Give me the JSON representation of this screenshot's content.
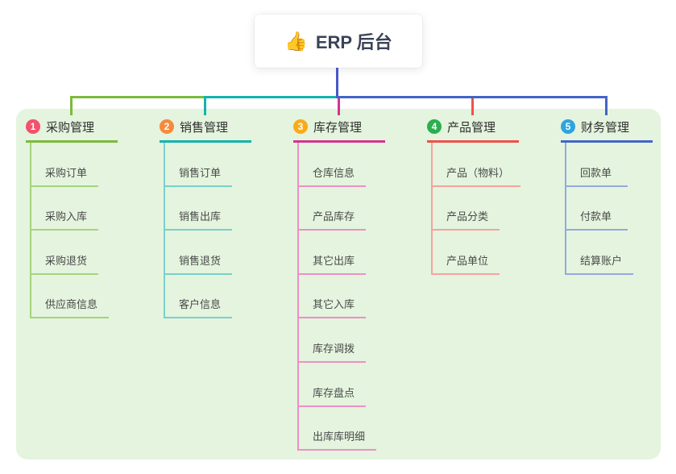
{
  "root": {
    "icon": "👍",
    "title": "ERP 后台"
  },
  "colors": {
    "root_connector": "#4758c8",
    "panel_bg": "#e4f4de"
  },
  "branches": [
    {
      "num": "1",
      "title": "采购管理",
      "line_color": "#7cba3d",
      "child_line_color": "#a6d37f",
      "badge_color": "#f4506b",
      "children": [
        "采购订单",
        "采购入库",
        "采购退货",
        "供应商信息"
      ]
    },
    {
      "num": "2",
      "title": "销售管理",
      "line_color": "#14b3ae",
      "child_line_color": "#7ad0cb",
      "badge_color": "#f78a3d",
      "children": [
        "销售订单",
        "销售出库",
        "销售退货",
        "客户信息"
      ]
    },
    {
      "num": "3",
      "title": "库存管理",
      "line_color": "#d5338f",
      "child_line_color": "#ee8fc5",
      "badge_color": "#f9ab17",
      "children": [
        "仓库信息",
        "产品库存",
        "其它出库",
        "其它入库",
        "库存调拨",
        "库存盘点",
        "出库库明细"
      ]
    },
    {
      "num": "4",
      "title": "产品管理",
      "line_color": "#f0504b",
      "child_line_color": "#f7a29e",
      "badge_color": "#2bae4e",
      "children": [
        "产品（物料）",
        "产品分类",
        "产品单位"
      ]
    },
    {
      "num": "5",
      "title": "财务管理",
      "line_color": "#4365c5",
      "child_line_color": "#93a9de",
      "badge_color": "#2da4de",
      "children": [
        "回款单",
        "付款单",
        "结算账户"
      ]
    }
  ]
}
